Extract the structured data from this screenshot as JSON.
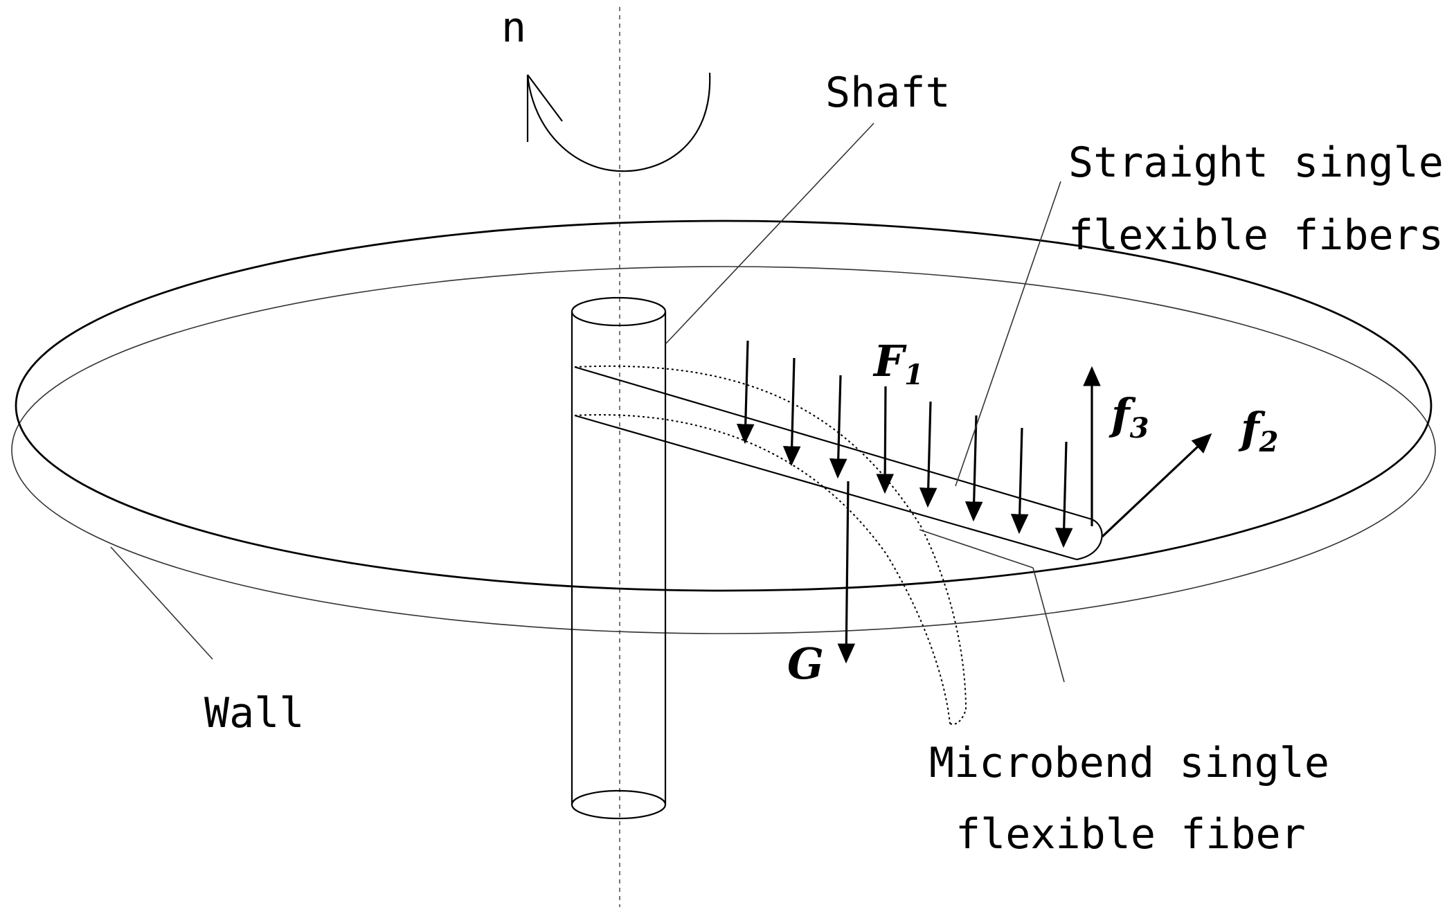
{
  "labels": {
    "rotation": "n",
    "shaft": "Shaft",
    "straight_line1": "Straight single",
    "straight_line2": "flexible fibers",
    "microbend_line1": "Microbend single",
    "microbend_line2": "flexible fiber",
    "wall": "Wall"
  },
  "forces": {
    "f1_main": "F",
    "f1_sub": "1",
    "f3_main": "f",
    "f3_sub": "3",
    "f2_main": "f",
    "f2_sub": "2",
    "g": "G"
  }
}
